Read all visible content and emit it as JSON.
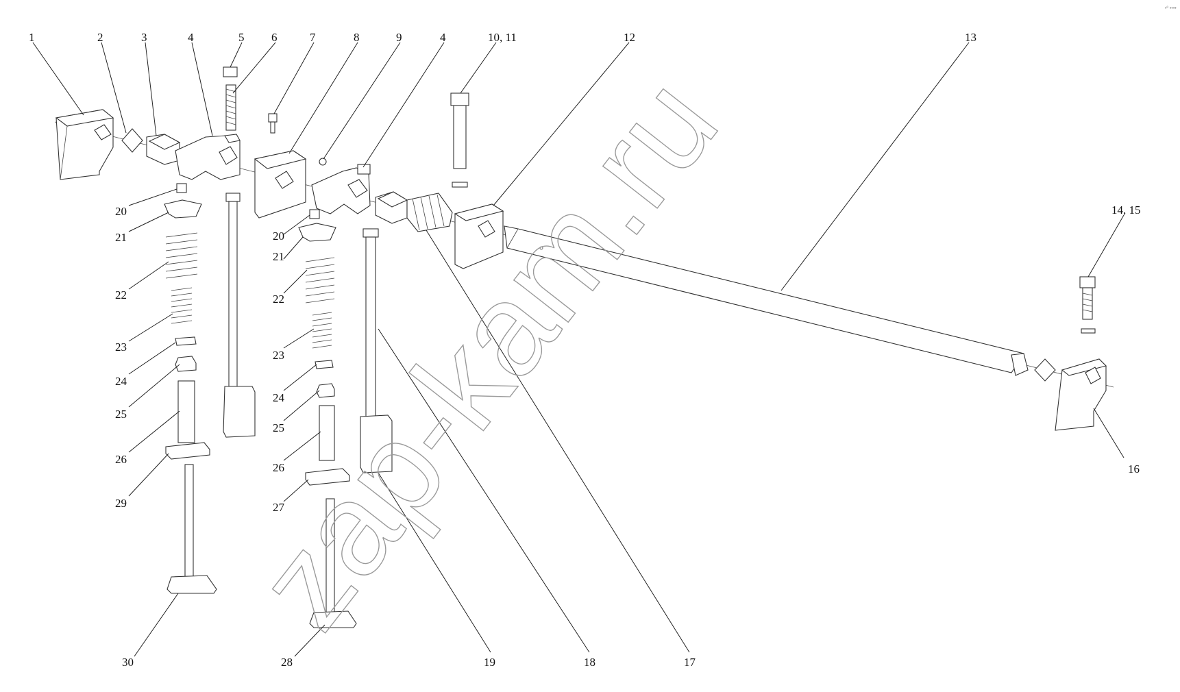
{
  "watermark": "zap-kam.ru",
  "corner_note": "•º ••••",
  "callouts": [
    {
      "id": "c1",
      "text": "1"
    },
    {
      "id": "c2",
      "text": "2"
    },
    {
      "id": "c3",
      "text": "3"
    },
    {
      "id": "c4a",
      "text": "4"
    },
    {
      "id": "c5",
      "text": "5"
    },
    {
      "id": "c6",
      "text": "6"
    },
    {
      "id": "c7",
      "text": "7"
    },
    {
      "id": "c8",
      "text": "8"
    },
    {
      "id": "c9",
      "text": "9"
    },
    {
      "id": "c4b",
      "text": "4"
    },
    {
      "id": "c10",
      "text": "10, 11"
    },
    {
      "id": "c12",
      "text": "12"
    },
    {
      "id": "c13",
      "text": "13"
    },
    {
      "id": "c14",
      "text": "14, 15"
    },
    {
      "id": "c16",
      "text": "16"
    },
    {
      "id": "c17",
      "text": "17"
    },
    {
      "id": "c18",
      "text": "18"
    },
    {
      "id": "c19",
      "text": "19"
    },
    {
      "id": "c28",
      "text": "28"
    },
    {
      "id": "c30",
      "text": "30"
    },
    {
      "id": "c20a",
      "text": "20"
    },
    {
      "id": "c21a",
      "text": "21"
    },
    {
      "id": "c22a",
      "text": "22"
    },
    {
      "id": "c23a",
      "text": "23"
    },
    {
      "id": "c24a",
      "text": "24"
    },
    {
      "id": "c25a",
      "text": "25"
    },
    {
      "id": "c26a",
      "text": "26"
    },
    {
      "id": "c29",
      "text": "29"
    },
    {
      "id": "c20b",
      "text": "20"
    },
    {
      "id": "c21b",
      "text": "21"
    },
    {
      "id": "c22b",
      "text": "22"
    },
    {
      "id": "c23b",
      "text": "23"
    },
    {
      "id": "c24b",
      "text": "24"
    },
    {
      "id": "c25b",
      "text": "25"
    },
    {
      "id": "c26b",
      "text": "26"
    },
    {
      "id": "c27",
      "text": "27"
    }
  ]
}
